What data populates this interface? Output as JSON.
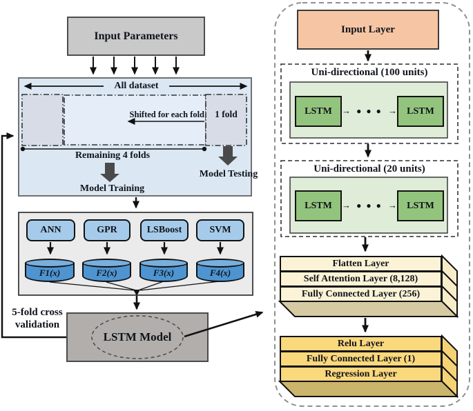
{
  "left_panel": {
    "input_parameters": "Input Parameters",
    "dataset_box": {
      "all_dataset_label": "All dataset",
      "shifted_label": "Shifted for each fold",
      "one_fold_label": "1 fold",
      "remaining_label": "Remaining 4 folds",
      "model_training_label": "Model Training",
      "model_testing_label": "Model Testing"
    },
    "ensemble": {
      "models": [
        "ANN",
        "GPR",
        "LSBoost",
        "SVM"
      ],
      "functions": [
        "F1(x)",
        "F2(x)",
        "F3(x)",
        "F4(x)"
      ]
    },
    "cross_validation_line1": "5-fold cross",
    "cross_validation_line2": "validation",
    "lstm_model_label": "LSTM Model"
  },
  "right_panel": {
    "input_layer_label": "Input Layer",
    "uni_blocks": [
      {
        "title": "Uni-directional (100 units)",
        "left_cell": "LSTM",
        "right_cell": "LSTM"
      },
      {
        "title": "Uni-directional (20 units)",
        "left_cell": "LSTM",
        "right_cell": "LSTM"
      }
    ],
    "stack1_layers": [
      "Flatten Layer",
      "Self Attention Layer (8,128)",
      "Fully Connected Layer (256)"
    ],
    "stack2_layers": [
      "Relu Layer",
      "Fully Connected Layer (1)",
      "Regression Layer"
    ],
    "chain_arrow": "→",
    "chain_dots": "● ● ●"
  },
  "colors": {
    "panel_blue": "#dbe8f4",
    "fold_gray": "#d8dce6",
    "fold_middle": "#e4edf8",
    "panel_gray": "#ebebeb",
    "box_gray": "#c9c9c9",
    "chip_blue": "#a6cbea",
    "cylinder_blue": "#4e94d0",
    "lstm_model_gray": "#b1aeab",
    "thick_arrow_gray": "#4a4a4a",
    "input_layer_peach": "#f6c6a4",
    "green_panel": "#dfecd8",
    "lstm_cell_green": "#93c47d",
    "stack1_front": "#fcf3d6",
    "stack1_bottom": "#d5caa2",
    "stack2_front": "#fad87c",
    "stack2_bottom": "#cbb46b"
  }
}
